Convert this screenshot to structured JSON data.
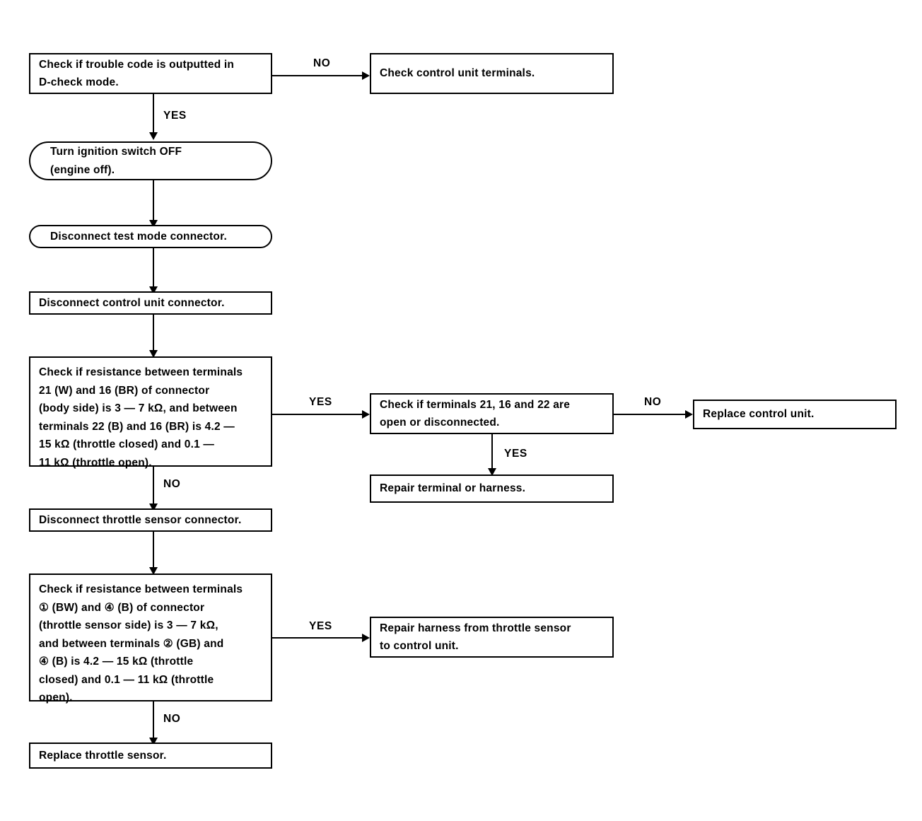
{
  "diagram": {
    "title": "Throttle sensor trouble code diagnostic flowchart",
    "nodes": {
      "n1": {
        "text": "Check if trouble code is outputted in\nD-check mode.",
        "shape": "rect"
      },
      "n2": {
        "text": "Check control unit terminals.",
        "shape": "rect"
      },
      "n3": {
        "text": "Turn ignition switch OFF\n(engine off).",
        "shape": "rounded"
      },
      "n4": {
        "text": "Disconnect test mode connector.",
        "shape": "rounded"
      },
      "n5": {
        "text": "Disconnect control unit connector.",
        "shape": "rect"
      },
      "n6": {
        "text": "Check if resistance between terminals\n21 (W) and 16 (BR) of connector\n(body side) is 3 — 7 kΩ, and between\nterminals 22 (B) and 16 (BR) is 4.2 —\n15 kΩ (throttle closed) and 0.1 —\n11 kΩ (throttle open).",
        "shape": "rect"
      },
      "n7": {
        "text": "Check if terminals 21, 16 and 22 are\nopen or disconnected.",
        "shape": "rect"
      },
      "n8": {
        "text": "Replace control unit.",
        "shape": "rect"
      },
      "n9": {
        "text": "Repair terminal or harness.",
        "shape": "rect"
      },
      "n10": {
        "text": "Disconnect throttle sensor connector.",
        "shape": "rect"
      },
      "n11": {
        "text": "Check if resistance between terminals\n① (BW) and ④ (B) of connector\n(throttle sensor side) is 3 — 7 kΩ,\nand between terminals ② (GB) and\n④ (B) is 4.2 — 15 kΩ (throttle\nclosed) and 0.1 — 11 kΩ (throttle\nopen).",
        "shape": "rect"
      },
      "n12": {
        "text": "Repair harness from throttle sensor\nto control unit.",
        "shape": "rect"
      },
      "n13": {
        "text": "Replace throttle sensor.",
        "shape": "rect"
      }
    },
    "edge_labels": {
      "e1_yes": "YES",
      "e1_no": "NO",
      "e6_yes": "YES",
      "e6_no": "NO",
      "e7_yes": "YES",
      "e7_no": "NO",
      "e11_yes": "YES",
      "e11_no": "NO"
    },
    "colors": {
      "stroke": "#000000",
      "background": "#ffffff",
      "text": "#000000"
    }
  }
}
